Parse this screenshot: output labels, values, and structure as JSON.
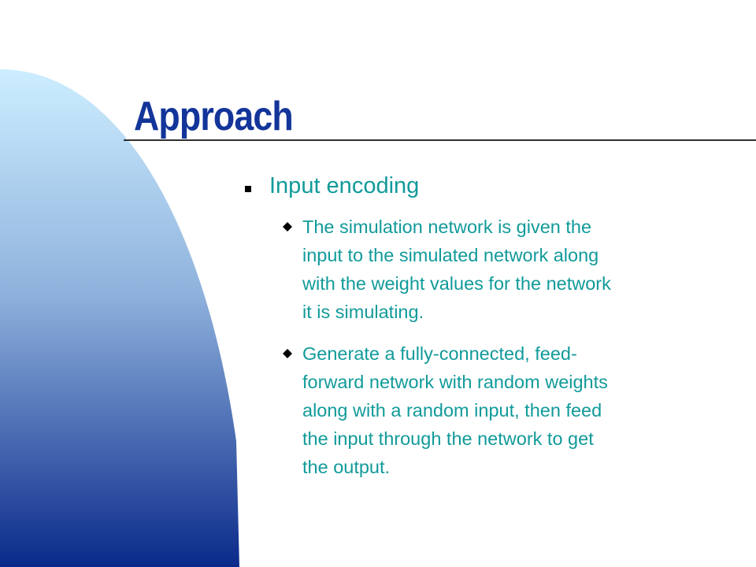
{
  "slide": {
    "title": "Approach",
    "bullet": {
      "text": "Input encoding",
      "subpoints": [
        {
          "lines": [
            "The simulation network is given the",
            "input to the simulated network along",
            "with the weight values for the network",
            "it is simulating."
          ]
        },
        {
          "lines": [
            "Generate a fully-connected, feed-",
            "forward network with random weights",
            "along with a random input, then feed",
            "the input through the network to get",
            "the output."
          ]
        }
      ]
    }
  },
  "colors": {
    "title": "#13359a",
    "body_text": "#129a9a",
    "gradient_top": "#cdeeff",
    "gradient_bottom": "#0a2a8a",
    "rule": "#303030"
  },
  "icons": {
    "level1_marker": "square-bullet-icon",
    "level2_marker": "diamond-bullet-icon"
  }
}
